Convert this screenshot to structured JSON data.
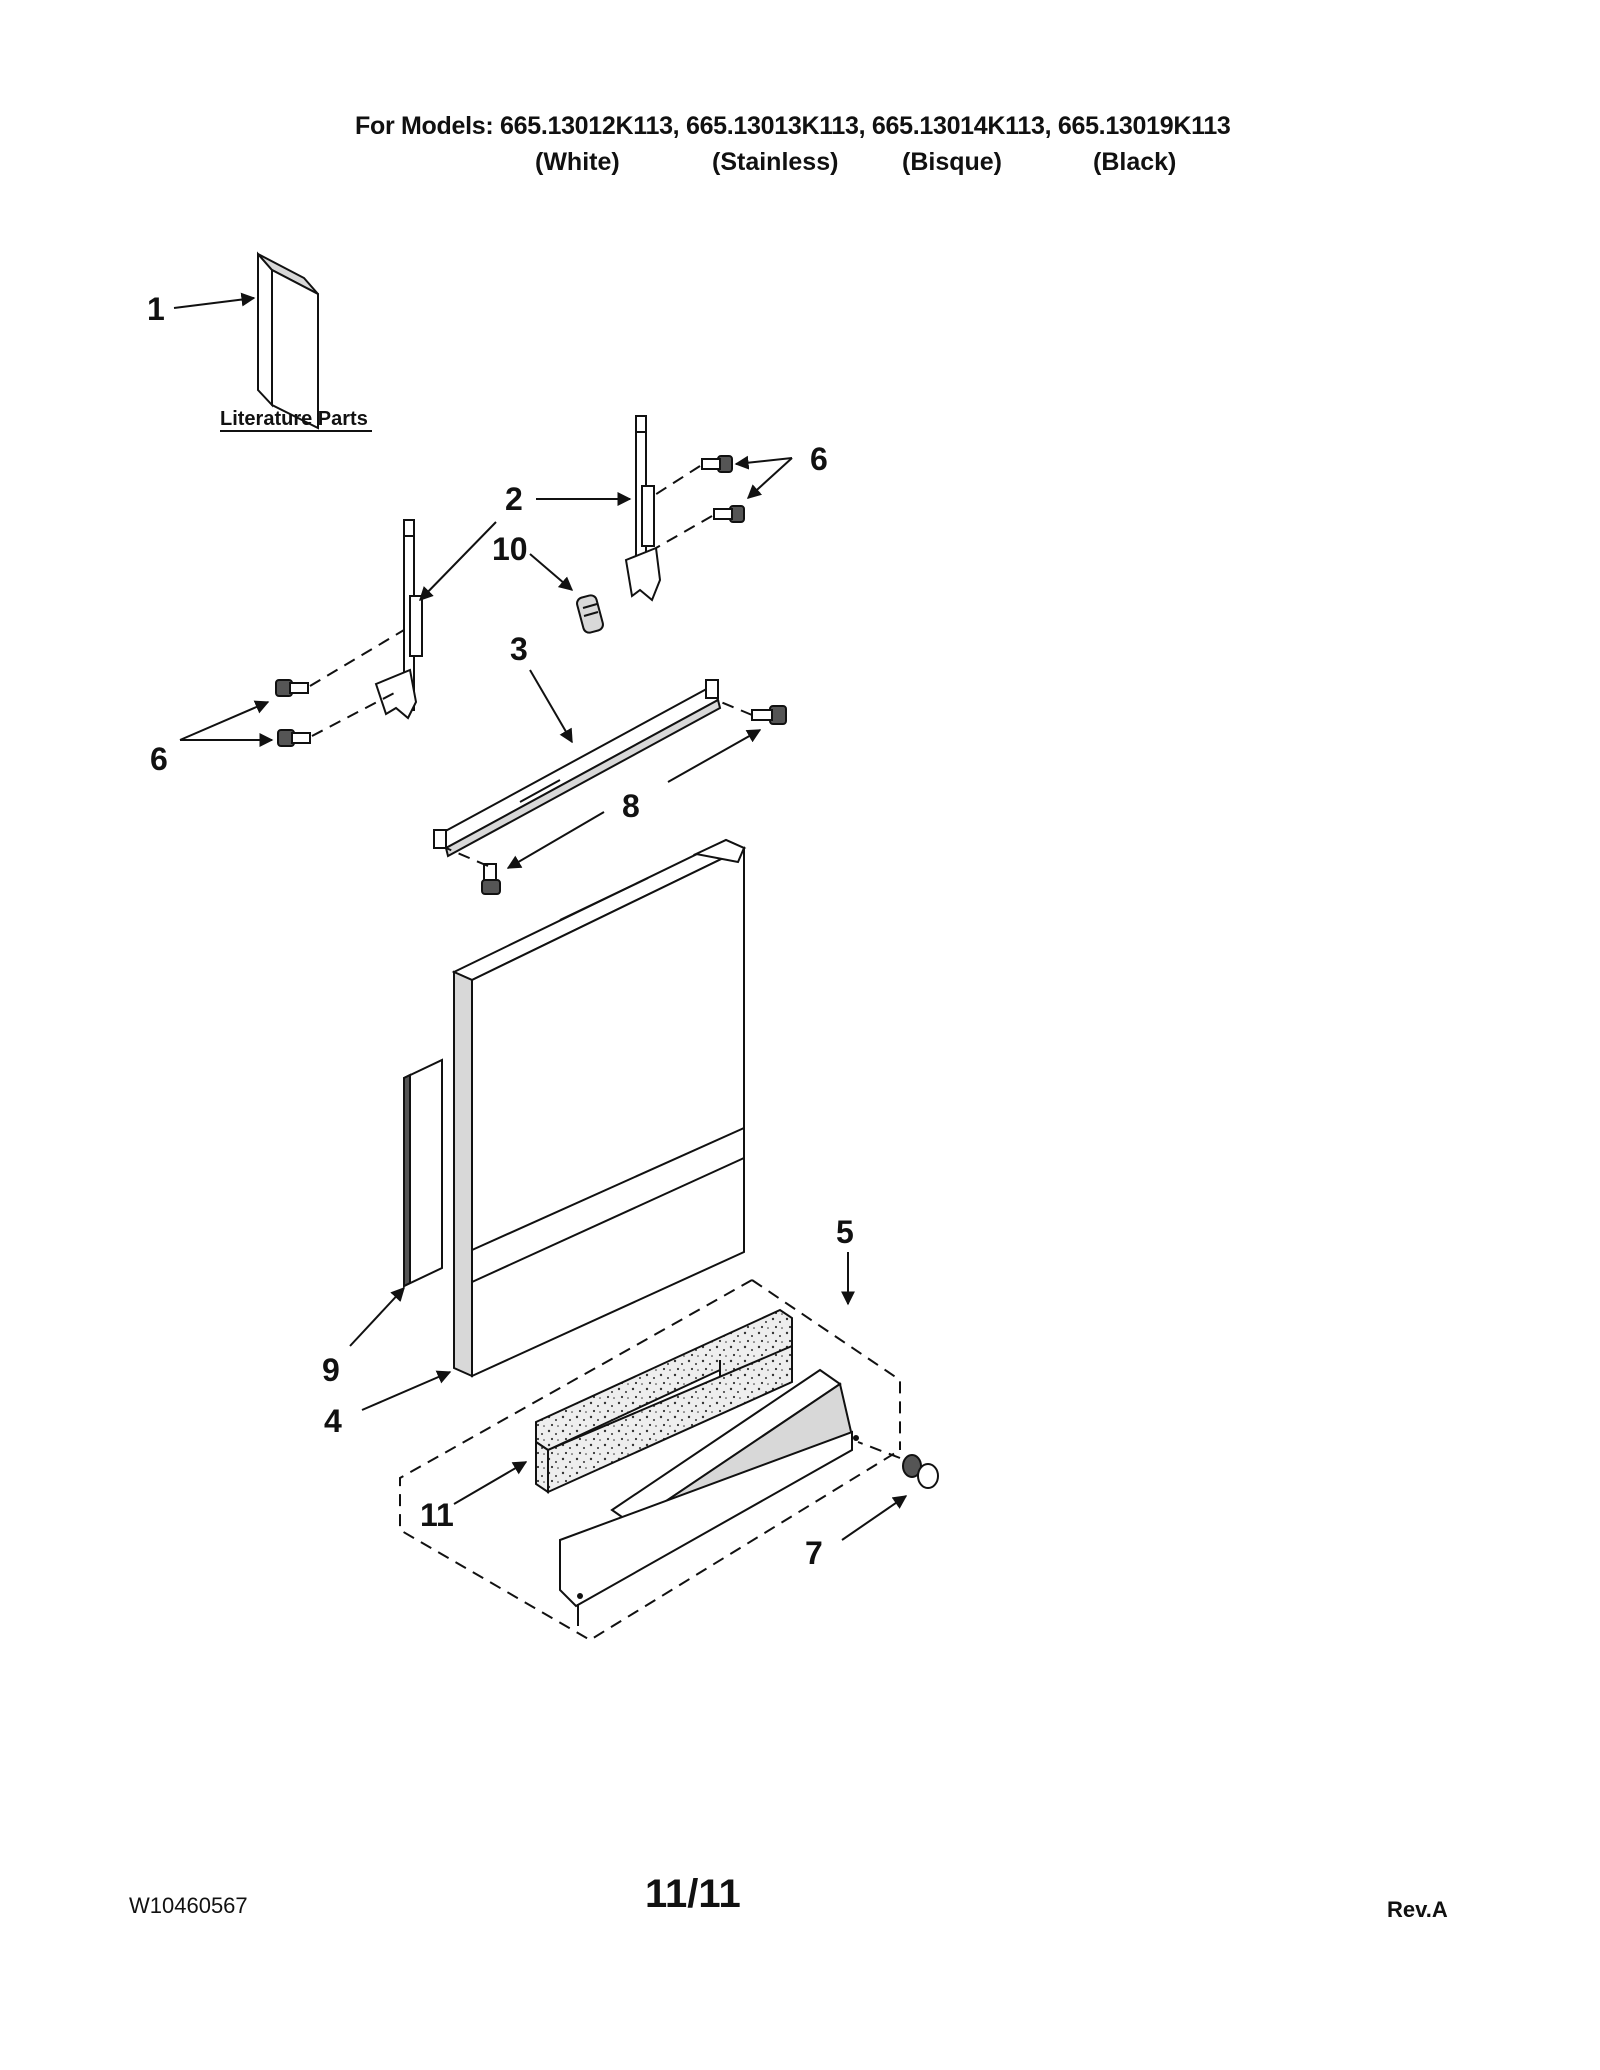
{
  "header": {
    "models_line": "For Models: 665.13012K113, 665.13013K113, 665.13014K113, 665.13019K113",
    "variants": [
      "(White)",
      "(Stainless)",
      "(Bisque)",
      "(Black)"
    ]
  },
  "literature_label": "Literature Parts",
  "callouts": {
    "c1": "1",
    "c2": "2",
    "c3": "3",
    "c4": "4",
    "c5": "5",
    "c6a": "6",
    "c6b": "6",
    "c7": "7",
    "c8": "8",
    "c9": "9",
    "c10": "10",
    "c11": "11"
  },
  "footer": {
    "doc_id": "W10460567",
    "page": "11/11",
    "rev": "Rev.A"
  }
}
